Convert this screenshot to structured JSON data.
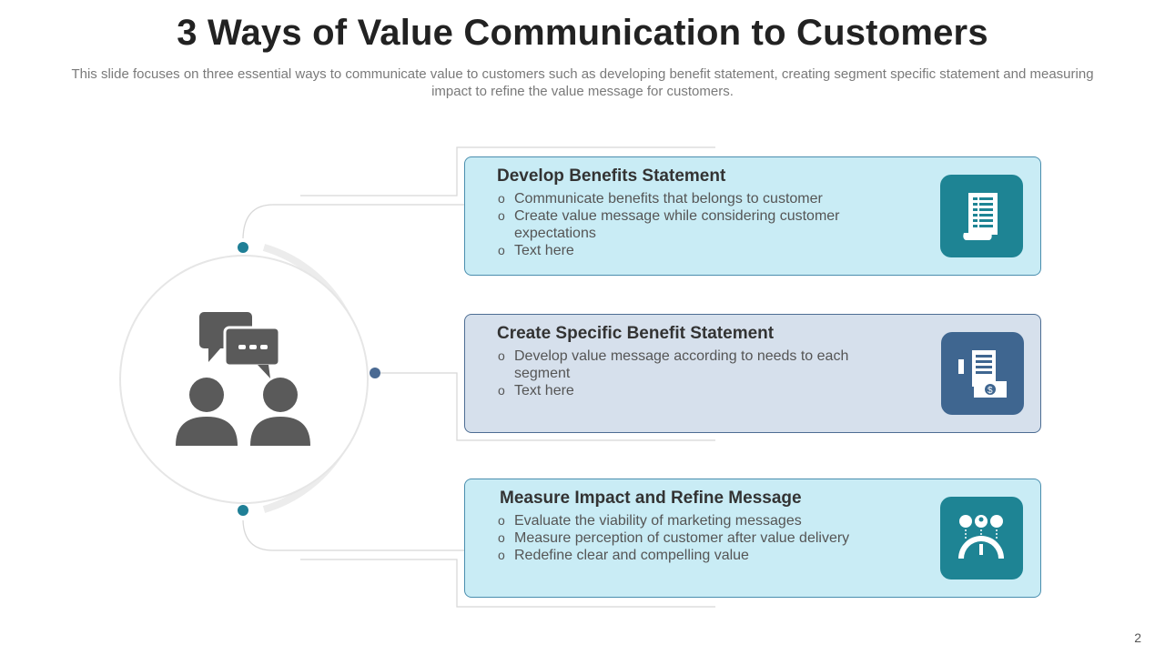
{
  "slide": {
    "title": "3 Ways of Value Communication to Customers",
    "subtitle": "This slide focuses on three essential ways to communicate value to customers such as developing benefit statement, creating segment specific statement and measuring impact to refine the value message for customers.",
    "page_number": "2"
  },
  "hub": {
    "icon": "people-chat-icon"
  },
  "colors": {
    "teal": "#1e8494",
    "navy": "#3f6690",
    "light_blue": "#c9ecf5",
    "light_slate": "#d6e0ec",
    "dot_teal": "#1f7f96",
    "dot_navy": "#4a6a93"
  },
  "cards": [
    {
      "title": "Develop Benefits Statement",
      "bullets": [
        "Communicate benefits that belongs to customer",
        "Create value message while considering customer expectations",
        "Text here"
      ],
      "icon": "document-icon"
    },
    {
      "title": "Create Specific Benefit Statement",
      "bullets": [
        "Develop value message according to needs to each segment",
        "Text here"
      ],
      "icon": "invoice-money-icon"
    },
    {
      "title": "Measure Impact and Refine Message",
      "bullets": [
        "Evaluate the viability of marketing messages",
        "Measure perception of customer after value delivery",
        "Redefine clear and compelling value"
      ],
      "icon": "gauge-metrics-icon"
    }
  ]
}
